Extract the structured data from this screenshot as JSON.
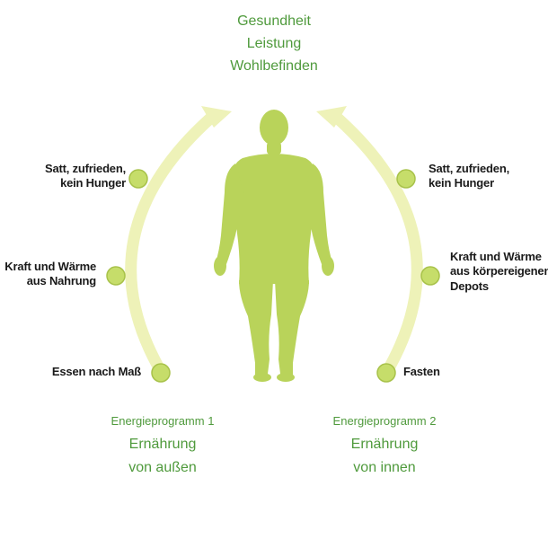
{
  "colors": {
    "green_text": "#4f9a3c",
    "figure": "#b9d35a",
    "arc": "#eef2b8",
    "dot_fill": "#c6dd6a",
    "dot_stroke": "#a8c24a"
  },
  "goals": [
    "Gesundheit",
    "Leistung",
    "Wohlbefinden"
  ],
  "left": {
    "points": [
      "Satt, zufrieden,\nkein Hunger",
      "Kraft und Wärme\naus Nahrung",
      "Essen nach Maß"
    ],
    "program_label": "Energieprogramm 1",
    "program_title_1": "Ernährung",
    "program_title_2": "von außen"
  },
  "right": {
    "points": [
      "Satt, zufrieden,\nkein Hunger",
      "Kraft und Wärme\naus körpereigenen\nDepots",
      "Fasten"
    ],
    "program_label": "Energieprogramm 2",
    "program_title_1": "Ernährung",
    "program_title_2": "von innen"
  }
}
